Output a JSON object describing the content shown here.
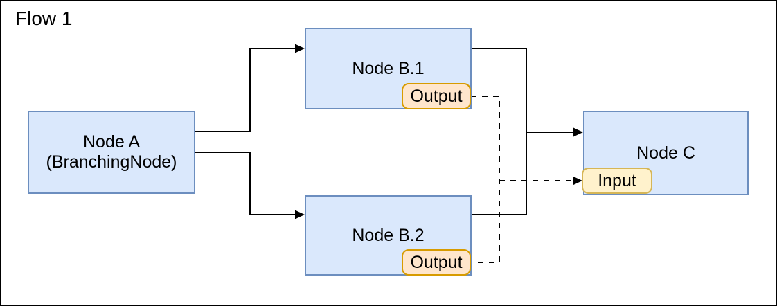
{
  "title": "Flow 1",
  "colors": {
    "nodeFill": "#dae8fc",
    "nodeStroke": "#6c8ebf",
    "outputFill": "#ffe6cc",
    "outputStroke": "#d79b00",
    "inputFill": "#fff2cc",
    "inputStroke": "#d6b656",
    "line": "#000000",
    "frame": "#000000",
    "bg": "#ffffff",
    "text": "#000000"
  },
  "nodes": {
    "a": {
      "label": "Node A",
      "sublabel": "(BranchingNode)"
    },
    "b1": {
      "label": "Node B.1",
      "port": "Output"
    },
    "b2": {
      "label": "Node B.2",
      "port": "Output"
    },
    "c": {
      "label": "Node C",
      "port": "Input"
    }
  },
  "edges": [
    {
      "from": "node-a",
      "to": "node-b1",
      "style": "solid"
    },
    {
      "from": "node-a",
      "to": "node-b2",
      "style": "solid"
    },
    {
      "from": "node-b1",
      "to": "node-c",
      "style": "solid"
    },
    {
      "from": "node-b2",
      "to": "node-c",
      "style": "solid"
    },
    {
      "from": "node-b1-output",
      "to": "node-c-input",
      "style": "dashed"
    },
    {
      "from": "node-b2-output",
      "to": "node-c-input",
      "style": "dashed"
    }
  ]
}
